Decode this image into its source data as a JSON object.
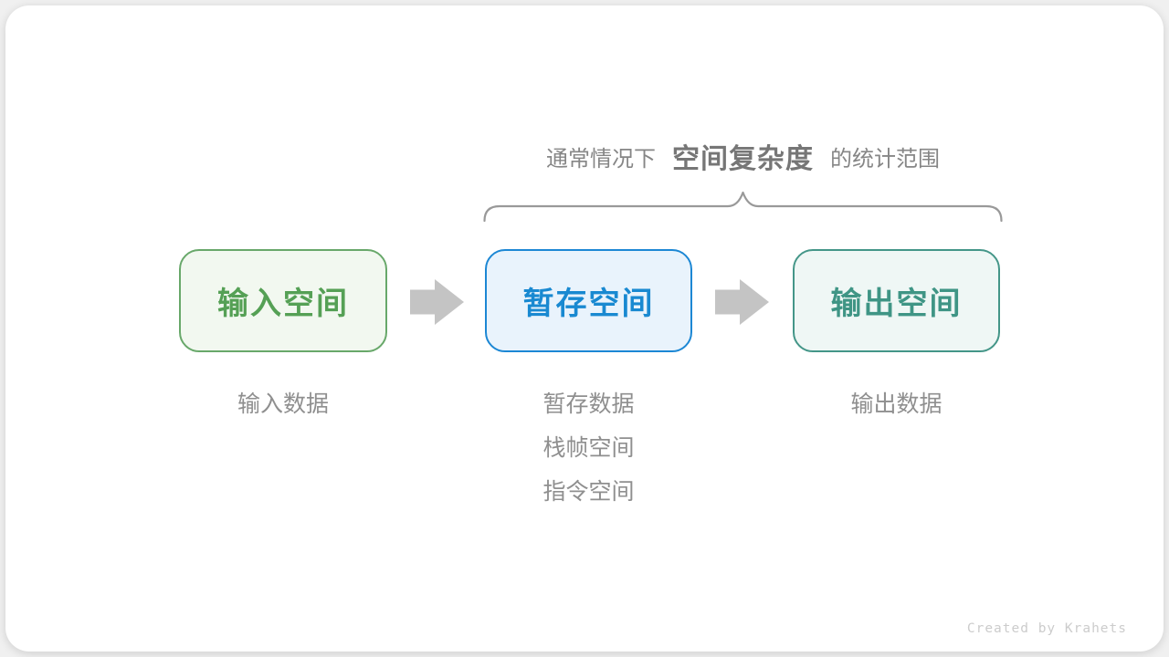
{
  "caption": {
    "prefix": "通常情况下",
    "highlight": "空间复杂度",
    "suffix": "的统计范围"
  },
  "boxes": [
    {
      "label": "输入空间",
      "text_color": "#55a055",
      "bg": "#f2f8f0",
      "border": "#68a86a"
    },
    {
      "label": "暂存空间",
      "text_color": "#1989d1",
      "bg": "#e9f3fc",
      "border": "#1c87d4"
    },
    {
      "label": "输出空间",
      "text_color": "#3f9585",
      "bg": "#eff7f5",
      "border": "#449688"
    }
  ],
  "notes": [
    {
      "lines": [
        "输入数据"
      ]
    },
    {
      "lines": [
        "暂存数据",
        "栈帧空间",
        "指令空间"
      ]
    },
    {
      "lines": [
        "输出数据"
      ]
    }
  ],
  "page": {
    "credit": "Created by Krahets"
  },
  "icons": {
    "brace": "horizontal-curly-brace-pointing-up",
    "arrows": "right-block-arrow"
  },
  "colors": {
    "page-bg": "#f0f0f0",
    "card-bg": "#ffffff",
    "caption-text": "#868686",
    "caption-highlight": "#767676",
    "brace": "#999999",
    "arrow": "#c4c4c4",
    "note-text": "#8f8f8f",
    "credit-text": "#cccccc"
  }
}
